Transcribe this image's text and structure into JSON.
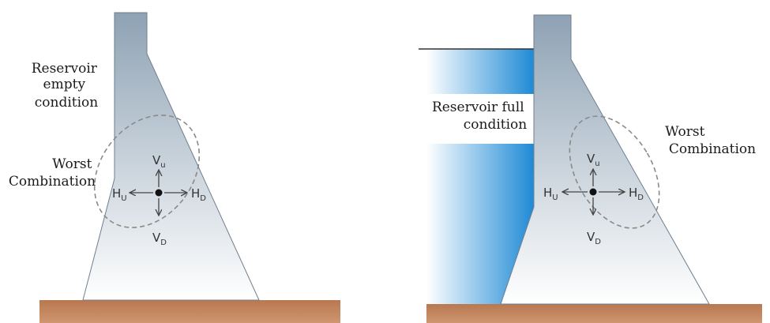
{
  "colors": {
    "dam_top": "#8ea2b4",
    "dam_bottom": "#ffffff",
    "ground": "#c8875e",
    "ground_top": "#b87850",
    "water_deep": "#1f8ad6",
    "water_light": "#ffffff",
    "ellipse": "#8a8a8a",
    "arrow": "#444444"
  },
  "left_diagram": {
    "label_reservoir": [
      "Reservoir",
      "empty",
      "condition"
    ],
    "label_worst": [
      "Worst",
      "Combination"
    ],
    "forces": {
      "vu": {
        "main": "V",
        "sub": "u"
      },
      "vd": {
        "main": "V",
        "sub": "D"
      },
      "hu": {
        "main": "H",
        "sub": "U"
      },
      "hd": {
        "main": "H",
        "sub": "D"
      }
    }
  },
  "right_diagram": {
    "label_reservoir": [
      "Reservoir full",
      "condition"
    ],
    "label_worst": [
      "Worst",
      "Combination"
    ],
    "forces": {
      "vu": {
        "main": "V",
        "sub": "u"
      },
      "vd": {
        "main": "V",
        "sub": "D"
      },
      "hu": {
        "main": "H",
        "sub": "U"
      },
      "hd": {
        "main": "H",
        "sub": "D"
      }
    }
  }
}
